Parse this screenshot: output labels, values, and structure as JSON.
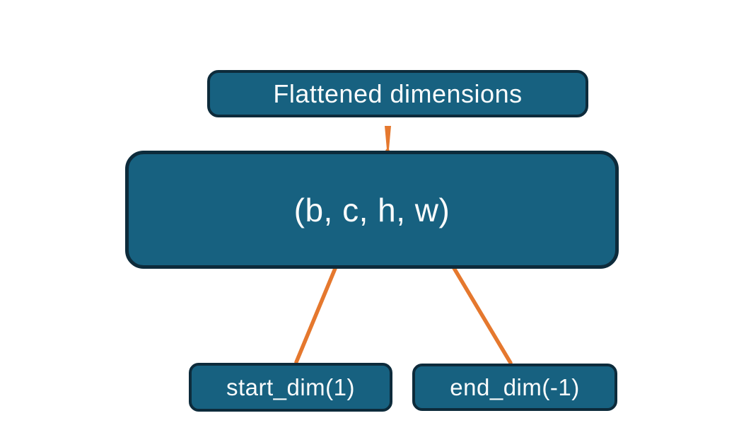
{
  "diagram": {
    "background": "#ffffff",
    "colors": {
      "node_fill": "#176180",
      "node_border": "#0d2b3b",
      "connector": "#e5782e",
      "text": "#fafcfc",
      "background": "#ffffff"
    },
    "nodes": {
      "flattened": {
        "label": "Flattened dimensions"
      },
      "tensor": {
        "label": "(b, c, h, w)"
      },
      "start_dim": {
        "label": "start_dim(1)"
      },
      "end_dim": {
        "label": "end_dim(-1)"
      }
    },
    "connectors": [
      {
        "name": "brace",
        "type": "curly-brace",
        "from": "flattened",
        "to": "tensor",
        "spans": "c, h, w"
      },
      {
        "name": "arrow-start-dim",
        "type": "arrow",
        "from": "start_dim",
        "points_to": "c (dim 1)"
      },
      {
        "name": "arrow-end-dim",
        "type": "arrow",
        "from": "end_dim",
        "points_to": "w (dim -1)"
      }
    ]
  }
}
